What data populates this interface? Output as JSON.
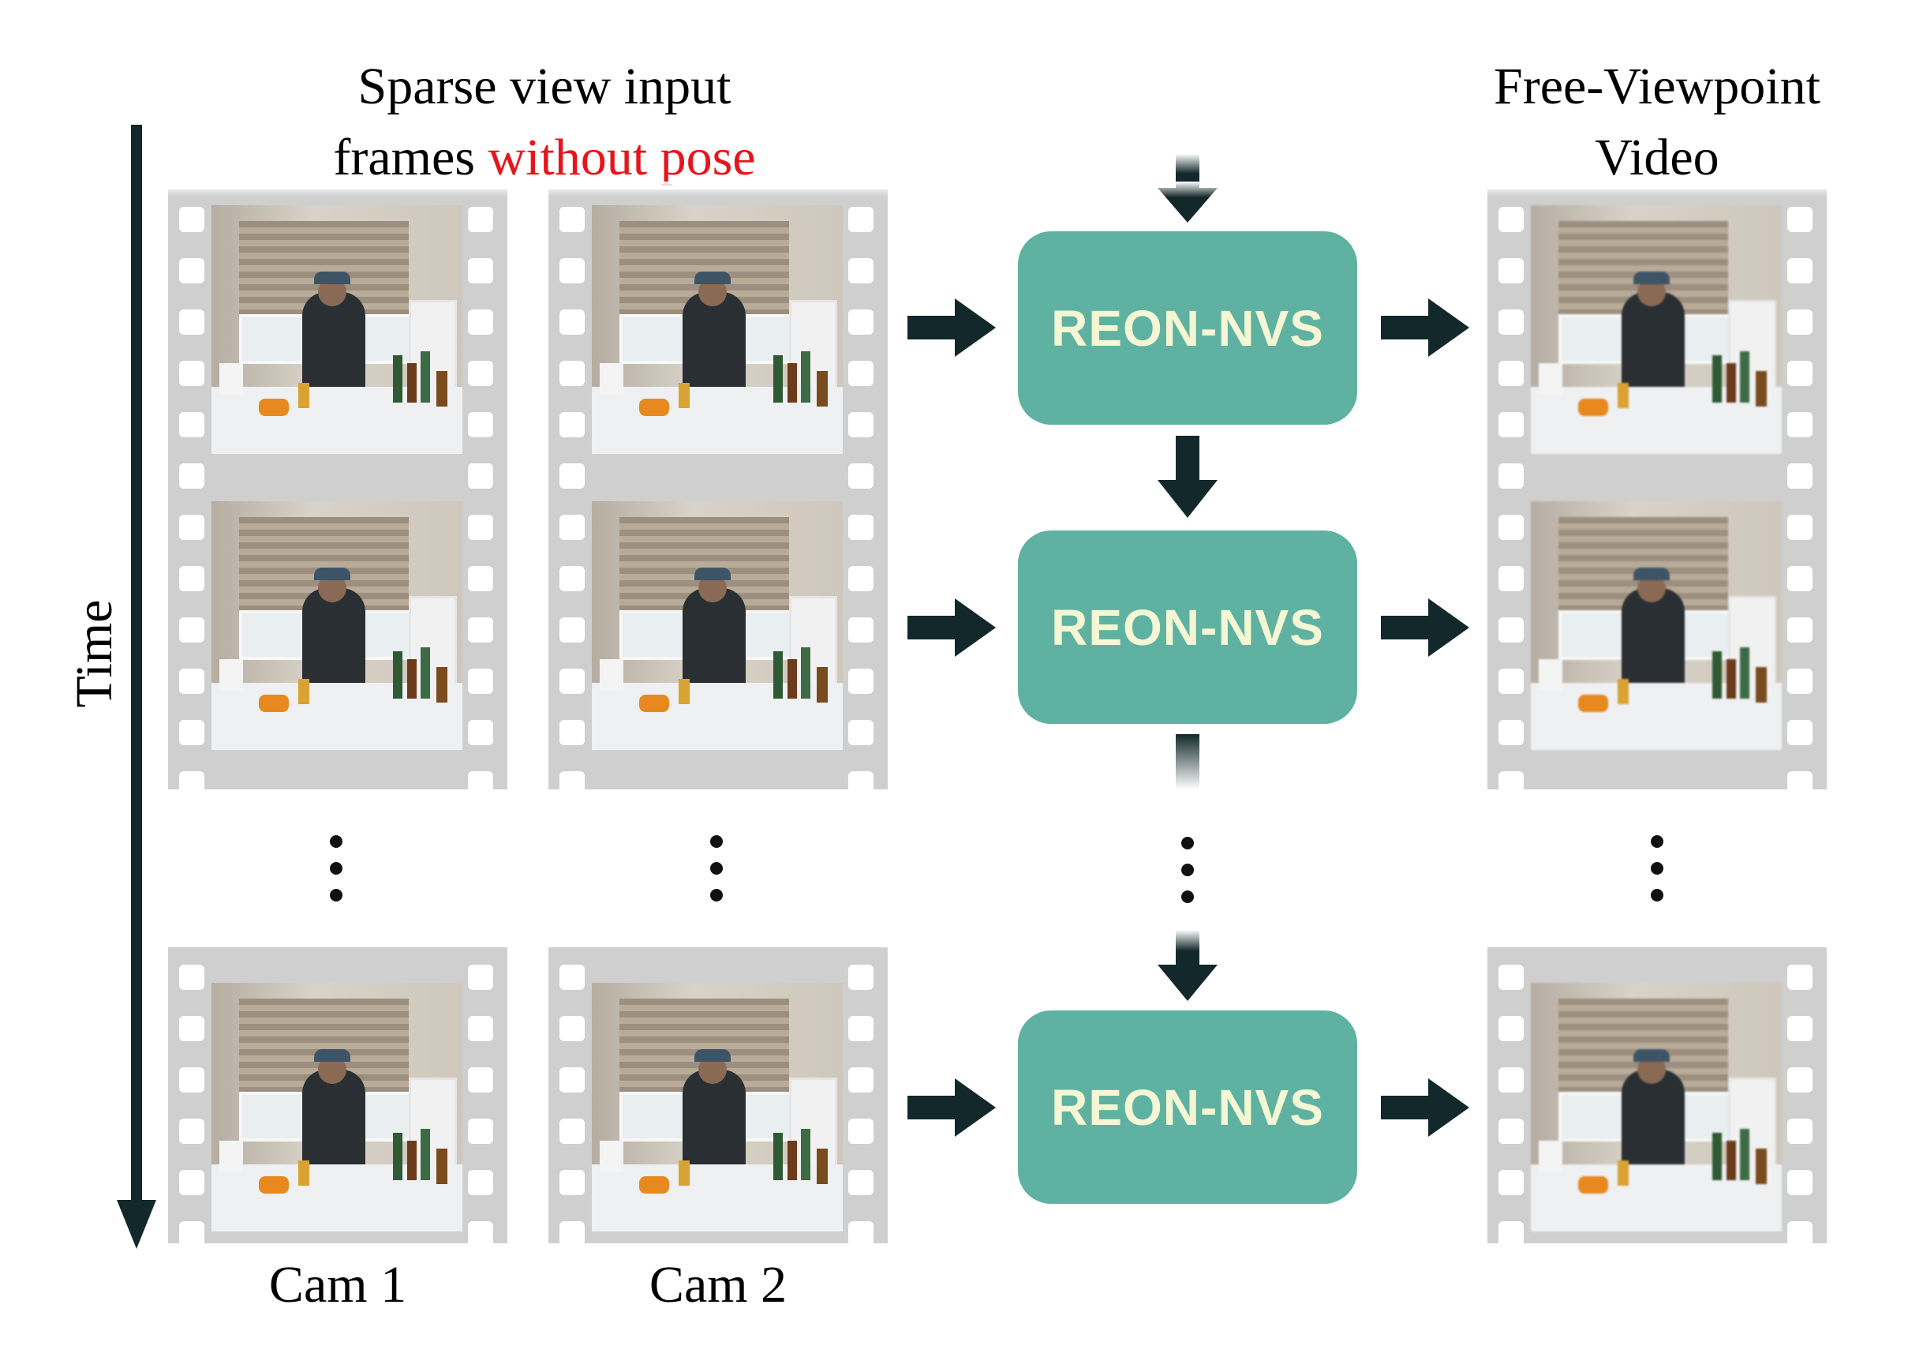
{
  "titles": {
    "input_line1": "Sparse view input",
    "input_line2_plain": "frames ",
    "input_line2_red": "without pose",
    "output_line1": "Free-Viewpoint",
    "output_line2": "Video"
  },
  "time_label": "Time",
  "module_label": "REON-NVS",
  "cameras": [
    "Cam 1",
    "Cam 2"
  ],
  "colors": {
    "module_fill": "#5fb2a1",
    "module_text": "#f5f7d4",
    "arrow": "#13282a",
    "highlight": "#e8141b",
    "film": "#cfcfcf"
  }
}
